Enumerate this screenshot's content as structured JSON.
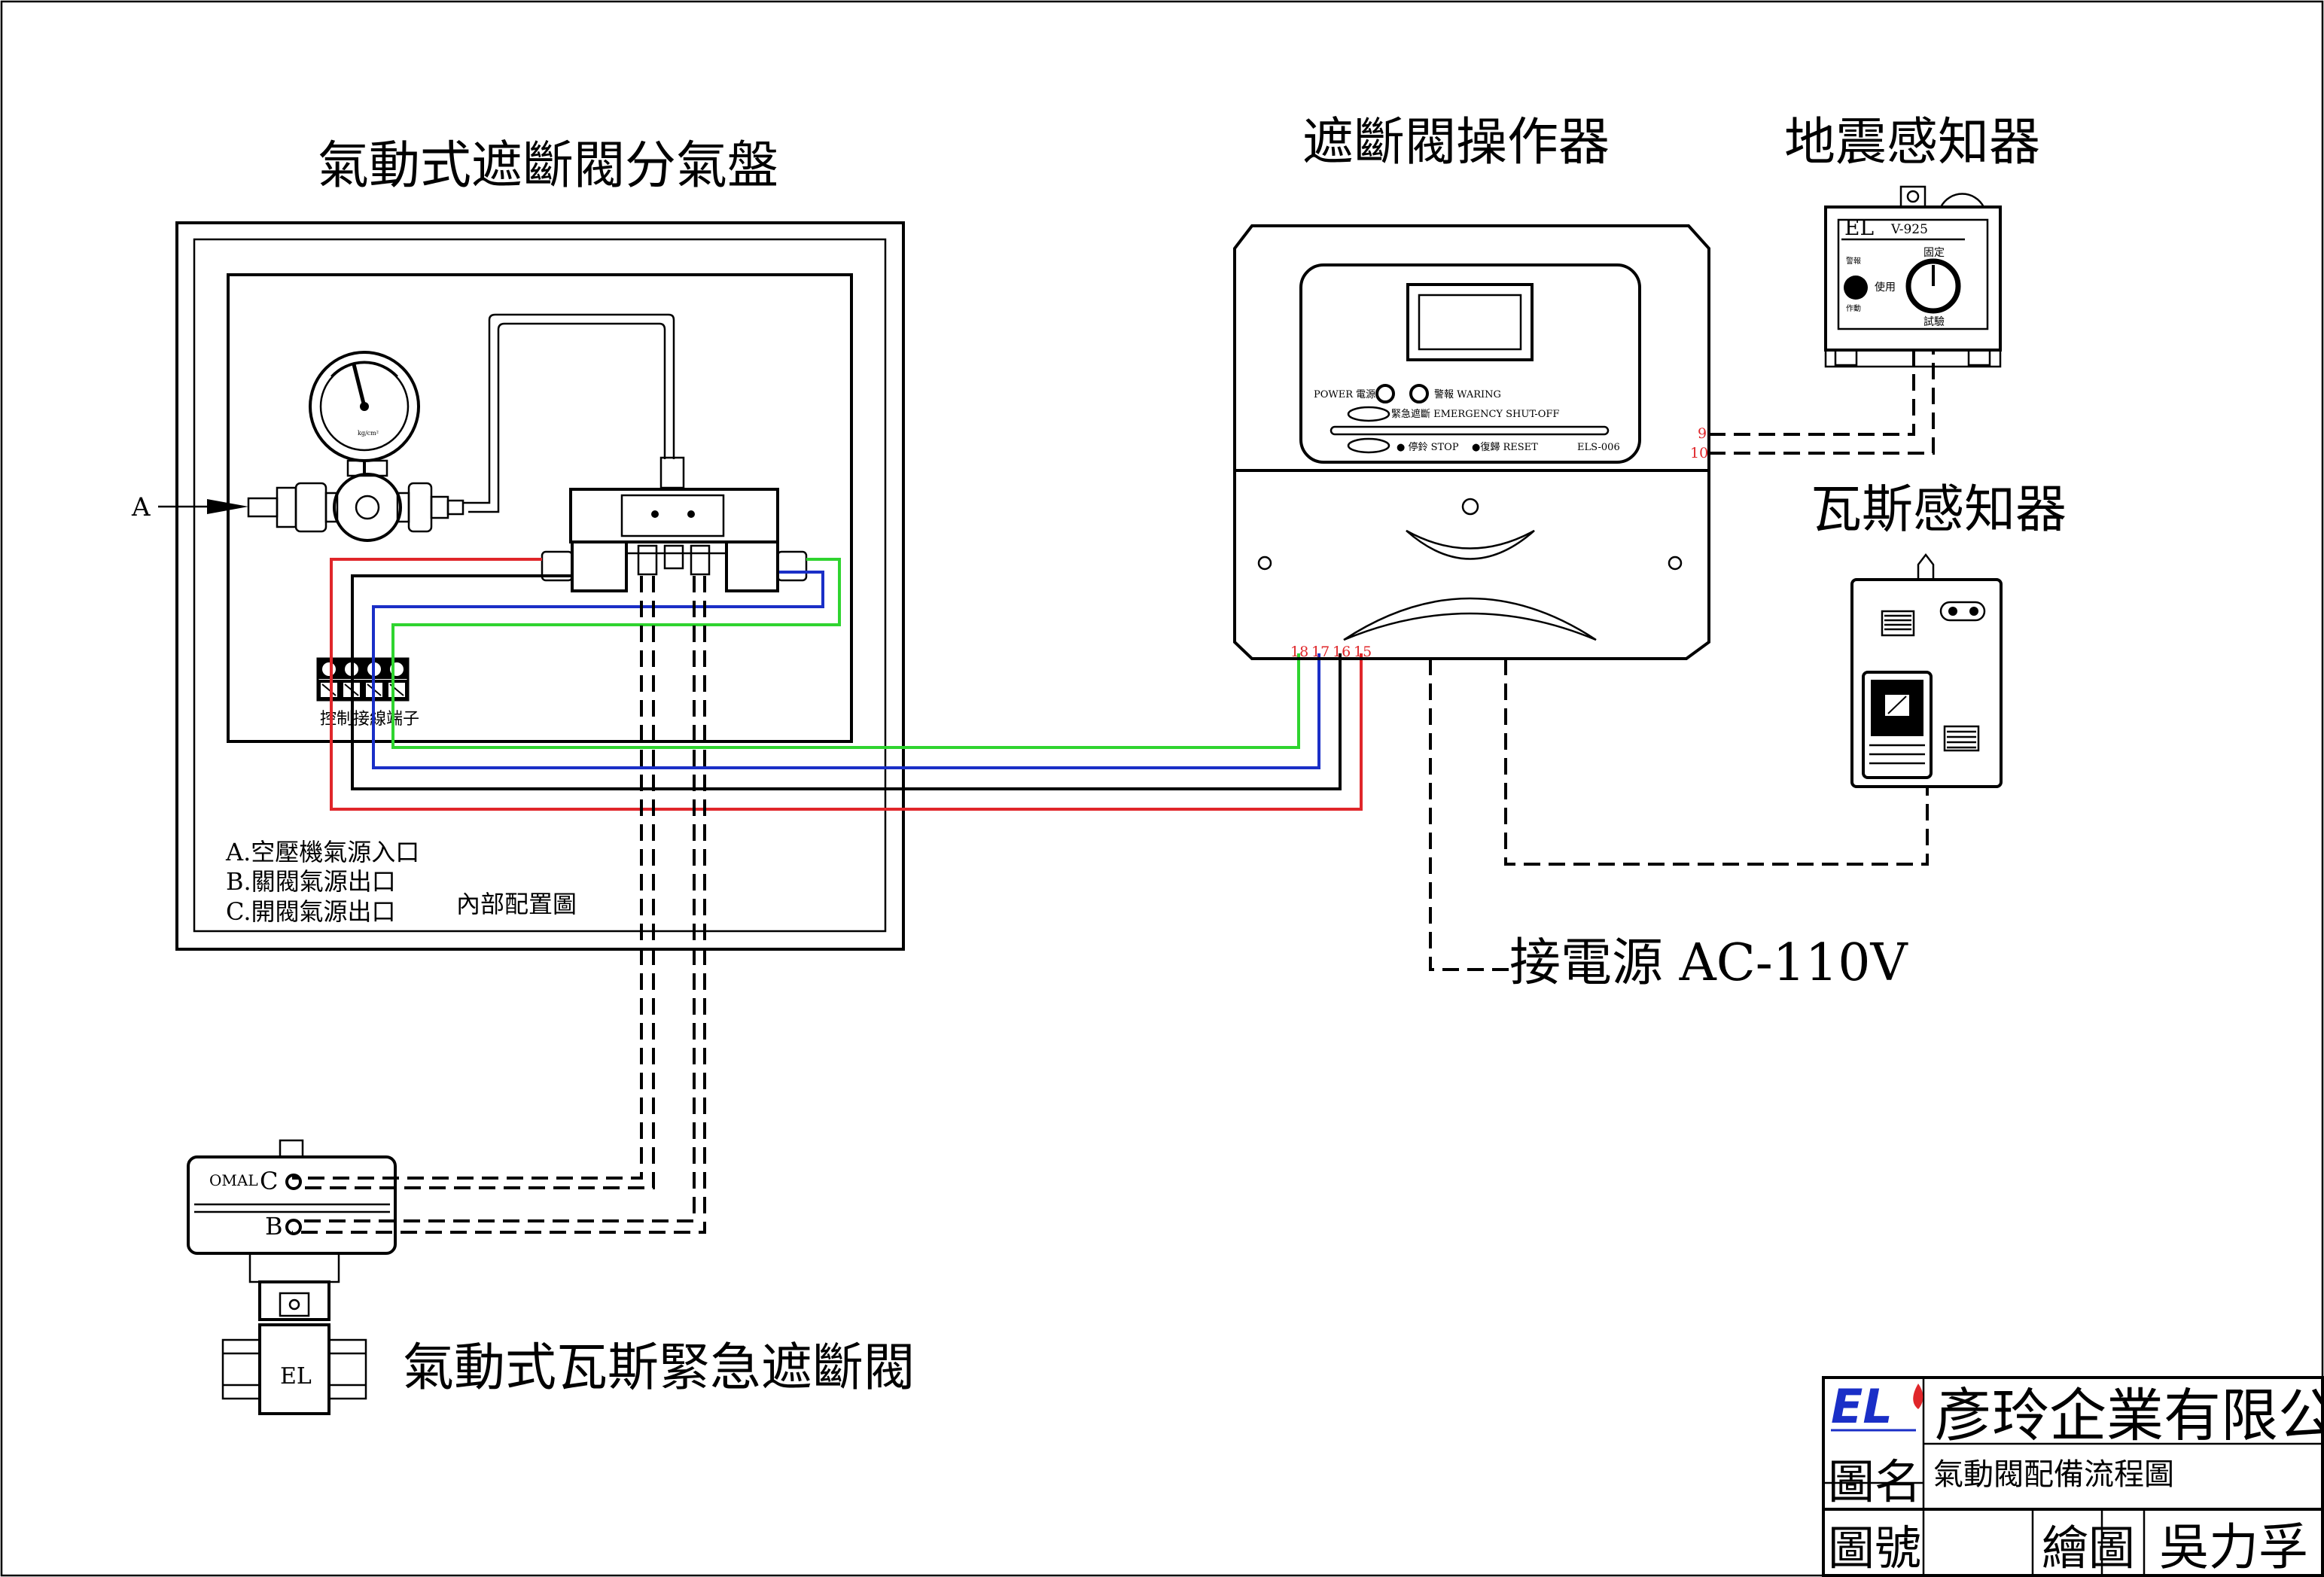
{
  "titles": {
    "gas_panel": "氣動式遮斷閥分氣盤",
    "controller": "遮斷閥操作器",
    "quake_sensor": "地震感知器",
    "gas_sensor": "瓦斯感知器",
    "valve": "氣動式瓦斯緊急遮斷閥",
    "power": "接電源 AC-110V"
  },
  "panel": {
    "inlet_marker": "A",
    "terminal_label": "控制接線端子",
    "legend": [
      "A.空壓機氣源入口",
      "B.關閥氣源出口",
      "C.開閥氣源出口"
    ],
    "layout_caption": "內部配置圖",
    "gauge_unit": "kg/cm²"
  },
  "controller": {
    "power_label": "POWER 電源",
    "alarm_label": "警報 WARING",
    "shutoff_label": "緊急遮斷 EMERGENCY SHUT-OFF",
    "stop_label": "● 停鈴 STOP",
    "reset_label": "●復歸 RESET",
    "model": "ELS-006",
    "terminals_bottom": [
      "18",
      "17",
      "16",
      "15"
    ],
    "terminals_side": [
      "9",
      "10"
    ]
  },
  "quake_sensor": {
    "brand": "EL",
    "model": "V-925",
    "left_top": "警報",
    "left_bottom": "作動",
    "dial_top": "固定",
    "dial_left": "使用",
    "dial_bottom": "試驗"
  },
  "valve": {
    "actuator_brand": "OMAL",
    "port_c": "C",
    "port_b": "B",
    "body_label": "EL"
  },
  "title_block": {
    "logo": "EL",
    "company": "彥玲企業有限公司",
    "name_label": "圖名",
    "drawing_name": "氣動閥配備流程圖",
    "number_label": "圖號",
    "number_value": "",
    "drawn_label": "繪圖",
    "drawn_by": "吳力孚"
  },
  "colors": {
    "red_wire": "#e0262a",
    "blue_wire": "#1a2fc7",
    "green_wire": "#2fd42f",
    "terminal_numbers": "#e0262a"
  }
}
